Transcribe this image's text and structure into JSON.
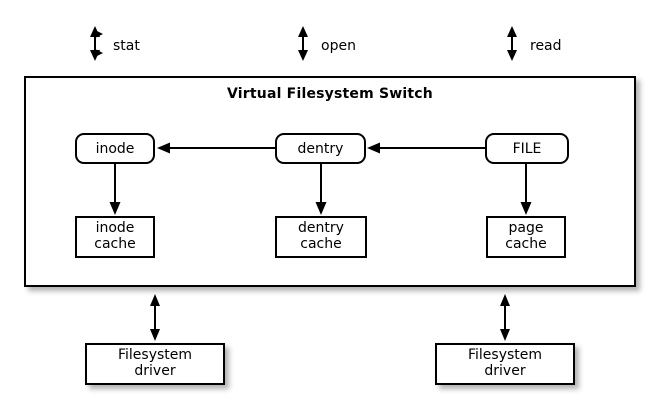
{
  "diagram": {
    "title": "Virtual Filesystem Switch",
    "type": "block-diagram",
    "background_color": "#ffffff",
    "line_color": "#000000"
  },
  "syscalls": [
    {
      "label": "stat",
      "arrow": "bidirectional-vertical-arrow"
    },
    {
      "label": "open",
      "arrow": "bidirectional-vertical-arrow"
    },
    {
      "label": "read",
      "arrow": "bidirectional-vertical-arrow"
    }
  ],
  "objects": [
    {
      "label": "inode",
      "shape": "rounded-rect"
    },
    {
      "label": "dentry",
      "shape": "rounded-rect"
    },
    {
      "label": "FILE",
      "shape": "rounded-rect"
    }
  ],
  "caches": [
    {
      "line1": "inode",
      "line2": "cache"
    },
    {
      "line1": "dentry",
      "line2": "cache"
    },
    {
      "line1": "page",
      "line2": "cache"
    }
  ],
  "drivers": [
    {
      "line1": "Filesystem",
      "line2": "driver"
    },
    {
      "line1": "Filesystem",
      "line2": "driver"
    }
  ],
  "connections": [
    {
      "from": "dentry",
      "to": "inode",
      "arrow": "left-arrow"
    },
    {
      "from": "FILE",
      "to": "dentry",
      "arrow": "left-arrow"
    },
    {
      "from": "inode",
      "to": "inode cache",
      "arrow": "down-arrow"
    },
    {
      "from": "dentry",
      "to": "dentry cache",
      "arrow": "down-arrow"
    },
    {
      "from": "FILE",
      "to": "page cache",
      "arrow": "down-arrow"
    },
    {
      "from": "Virtual Filesystem Switch",
      "to": "Filesystem driver",
      "arrow": "bidirectional-vertical-arrow"
    },
    {
      "from": "Virtual Filesystem Switch",
      "to": "Filesystem driver",
      "arrow": "bidirectional-vertical-arrow"
    }
  ]
}
